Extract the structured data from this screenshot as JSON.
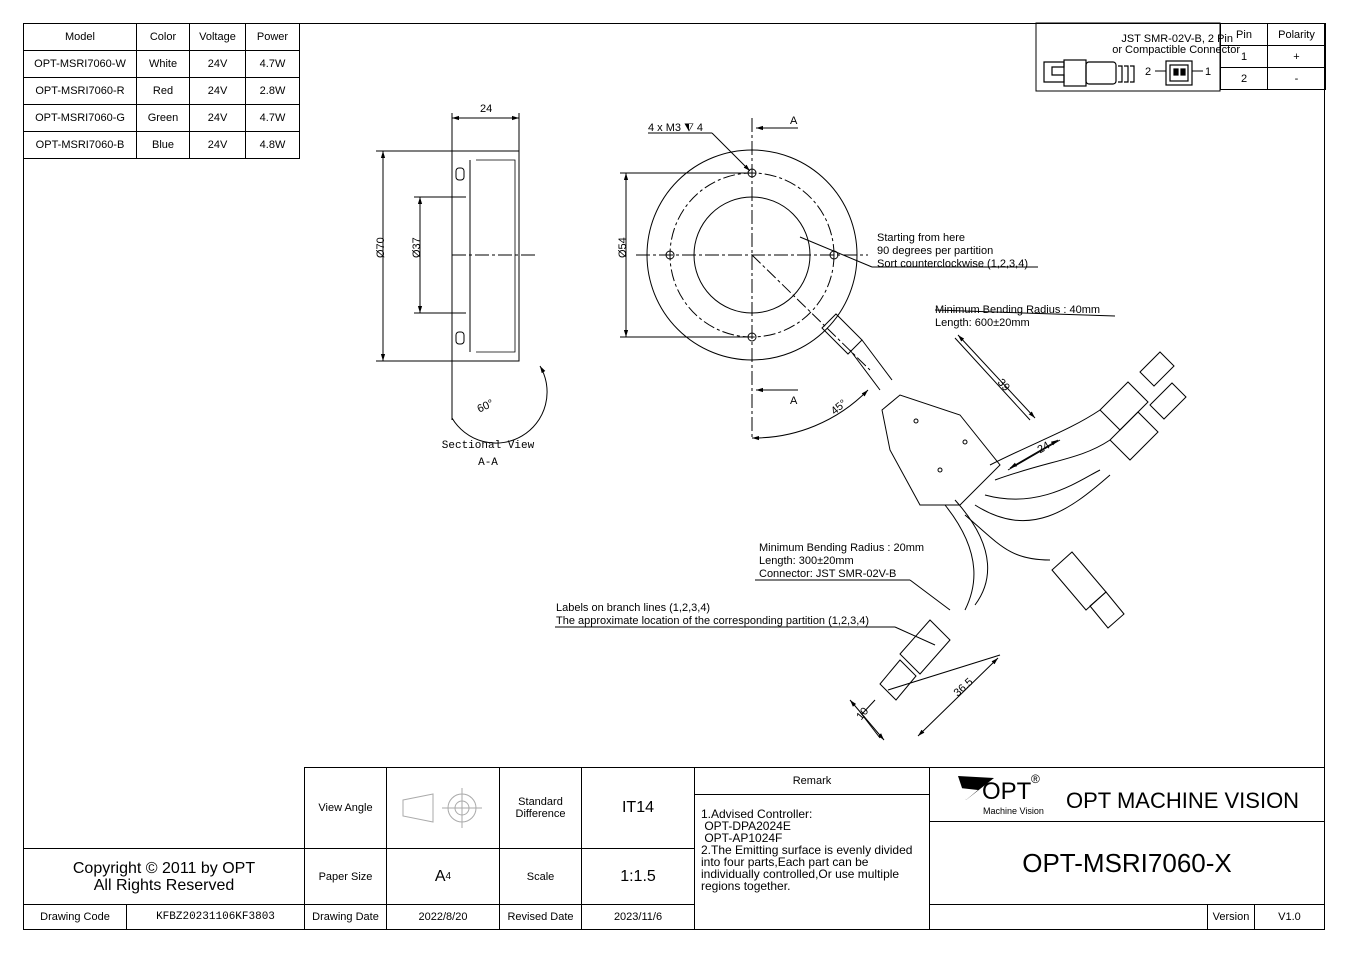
{
  "model_table": {
    "headers": [
      "Model",
      "Color",
      "Voltage",
      "Power"
    ],
    "rows": [
      [
        "OPT-MSRI7060-W",
        "White",
        "24V",
        "4.7W"
      ],
      [
        "OPT-MSRI7060-R",
        "Red",
        "24V",
        "2.8W"
      ],
      [
        "OPT-MSRI7060-G",
        "Green",
        "24V",
        "4.7W"
      ],
      [
        "OPT-MSRI7060-B",
        "Blue",
        "24V",
        "4.8W"
      ]
    ]
  },
  "connector": {
    "title_line1": "JST SMR-02V-B, 2 Pin",
    "title_line2": "or Compactible Connector",
    "pin_label_2": "2",
    "pin_label_1": "1",
    "headers": [
      "Pin",
      "Polarity"
    ],
    "rows": [
      [
        "1",
        "+"
      ],
      [
        "2",
        "-"
      ]
    ]
  },
  "section_view": {
    "dim_width": "24",
    "dim_outer": "Ø70",
    "dim_inner": "Ø37",
    "angle": "60°",
    "caption_line1": "Sectional View",
    "caption_line2": "A-A"
  },
  "front_view": {
    "holes_note": "4 x M3 ⧨ 4",
    "section_mark_top": "A",
    "section_mark_bottom": "A",
    "dim_diameter": "Ø54",
    "angle": "45°"
  },
  "annotations": {
    "partition": [
      "Starting from here",
      "90 degrees per partition",
      "Sort counterclockwise (1,2,3,4)"
    ],
    "cable_main": [
      "Minimum Bending Radius : 40mm",
      "Length: 600±20mm"
    ],
    "dim_39": "39",
    "dim_24": "24",
    "cable_branch": [
      "Minimum Bending Radius : 20mm",
      "Length: 300±20mm",
      "Connector: JST SMR-02V-B"
    ],
    "labels": [
      "Labels on branch lines (1,2,3,4)",
      "The approximate location of the corresponding partition (1,2,3,4)"
    ],
    "dim_36_5": "36.5",
    "dim_10": "10"
  },
  "title_block": {
    "view_angle_label": "View Angle",
    "standard_difference_label": "Standard Difference",
    "standard_difference_value": "IT14",
    "paper_size_label": "Paper Size",
    "paper_size_value": "A",
    "paper_size_sub": "4",
    "scale_label": "Scale",
    "scale_value": "1:1.5",
    "drawing_date_label": "Drawing Date",
    "drawing_date_value": "2022/8/20",
    "revised_date_label": "Revised Date",
    "revised_date_value": "2023/11/6",
    "remark_title": "Remark",
    "remark_lines": [
      "1.Advised Controller:",
      " OPT-DPA2024E",
      " OPT-AP1024F",
      "2.The Emitting surface is evenly divided",
      "into four parts,Each part can be",
      "individually controlled,Or use multiple",
      "regions together."
    ],
    "logo_text": "OPT",
    "logo_reg": "®",
    "logo_sub": "Machine Vision",
    "company": "OPT MACHINE VISION",
    "model_code": "OPT-MSRI7060-X",
    "version_label": "Version",
    "version_value": "V1.0",
    "copyright_line1": "Copyright © 2011 by OPT",
    "copyright_line2": "All Rights Reserved",
    "drawing_code_label": "Drawing Code",
    "drawing_code_value": "KFBZ20231106KF3803"
  }
}
